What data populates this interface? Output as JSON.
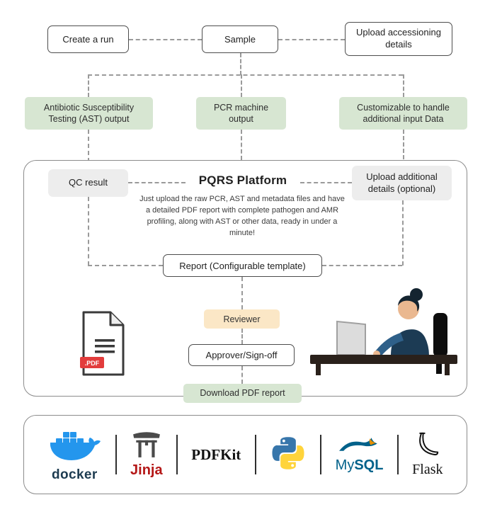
{
  "colors": {
    "box-border": "#4d4d4d",
    "panel-border": "#8c8c8c",
    "dash": "#9a9a9a",
    "green-box": "#d7e6d2",
    "gray-box": "#ededed",
    "orange-box": "#fbe7c6",
    "text": "#222222",
    "divider": "#2e2e2e",
    "docker-blue": "#2496ed",
    "docker-text": "#1d3b50",
    "jinja-red": "#b41717",
    "jinja-dark": "#4a4a4a",
    "python-blue": "#3776ab",
    "python-yellow": "#ffd43b",
    "mysql-blue": "#00618a",
    "mysql-orange": "#e48e00",
    "pdf-red": "#e23c3c"
  },
  "flow": {
    "create_run": "Create a run",
    "sample": "Sample",
    "upload_accessioning": "Upload accessioning details",
    "ast_output": "Antibiotic Susceptibility Testing (AST) output",
    "pcr_output": "PCR machine output",
    "customizable": "Customizable to handle additional input Data"
  },
  "platform": {
    "title": "PQRS Platform",
    "qc_result": "QC result",
    "upload_additional": "Upload additional details (optional)",
    "description": "Just upload the raw PCR, AST and metadata files and have a detailed PDF report with complete pathogen and AMR profiling, along with AST or other data, ready in under a minute!",
    "report": "Report (Configurable template)",
    "reviewer": "Reviewer",
    "approver": "Approver/Sign-off",
    "download": "Download PDF report",
    "pdf_badge": ".PDF"
  },
  "tech_stack": {
    "docker_label": "docker",
    "jinja_label": "Jinja",
    "pdfkit_label": "PDFKit",
    "mysql_label_my": "My",
    "mysql_label_sql": "SQL",
    "flask_label": "Flask"
  },
  "icons": {
    "pdf_file": "pdf-document-icon",
    "person": "person-at-desk-illustration",
    "docker": "docker-whale-icon",
    "jinja": "jinja-torii-icon",
    "python": "python-logo-icon",
    "mysql": "mysql-dolphin-icon",
    "flask": "flask-horn-icon"
  }
}
